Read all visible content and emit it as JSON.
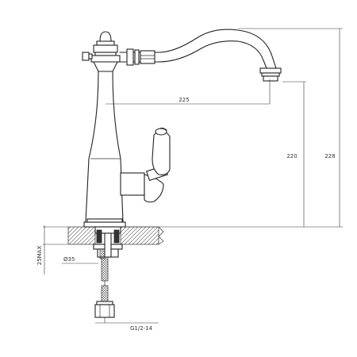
{
  "dimensions": {
    "spout_reach": "225",
    "spout_height": "220",
    "overall_height": "228",
    "max_counter_thickness": "25MAX",
    "mount_hole_diameter": "Ø35",
    "thread_size": "G1/2-14"
  }
}
